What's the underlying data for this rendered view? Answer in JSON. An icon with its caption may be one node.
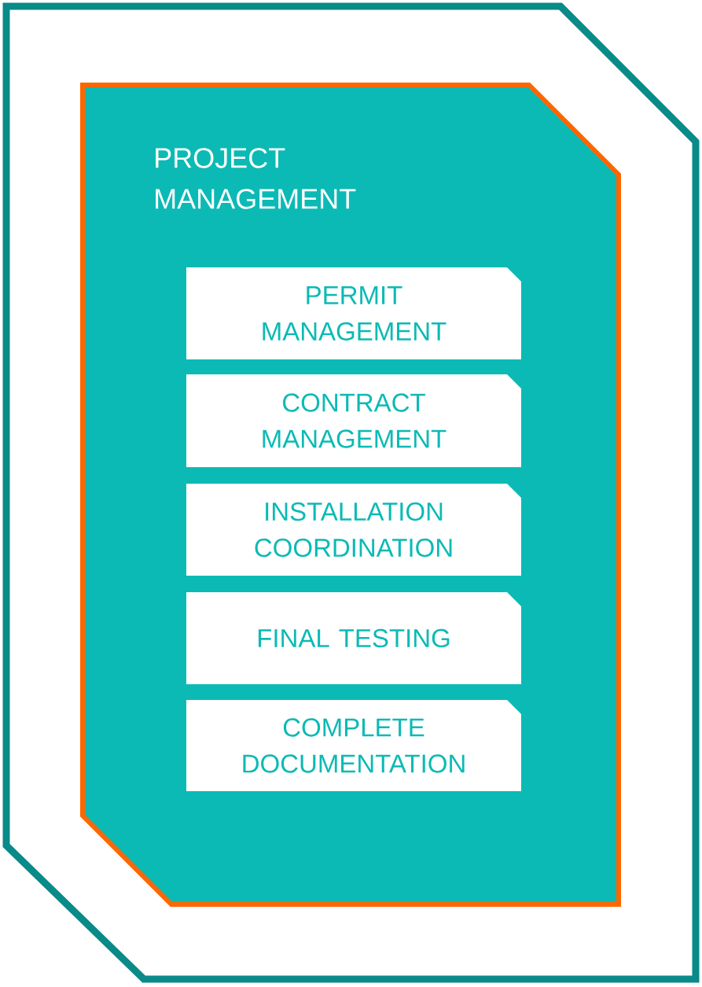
{
  "diagram": {
    "nodes": [
      {
        "text": [
          "PROJECT MANAGEMENT"
        ]
      },
      {
        "text": [
          "PERMIT MANAGEMENT"
        ],
        "in": 0
      },
      {
        "text": [
          "CONTRACT MANAGEMENT"
        ],
        "in": 0
      },
      {
        "text": [
          "INSTALLATION COORDINATION"
        ],
        "in": 0
      },
      {
        "text": [
          "FINAL TESTING"
        ],
        "in": 0
      },
      {
        "text": [
          "COMPLETE DOCUMENTATION"
        ],
        "in": 0
      }
    ]
  }
}
